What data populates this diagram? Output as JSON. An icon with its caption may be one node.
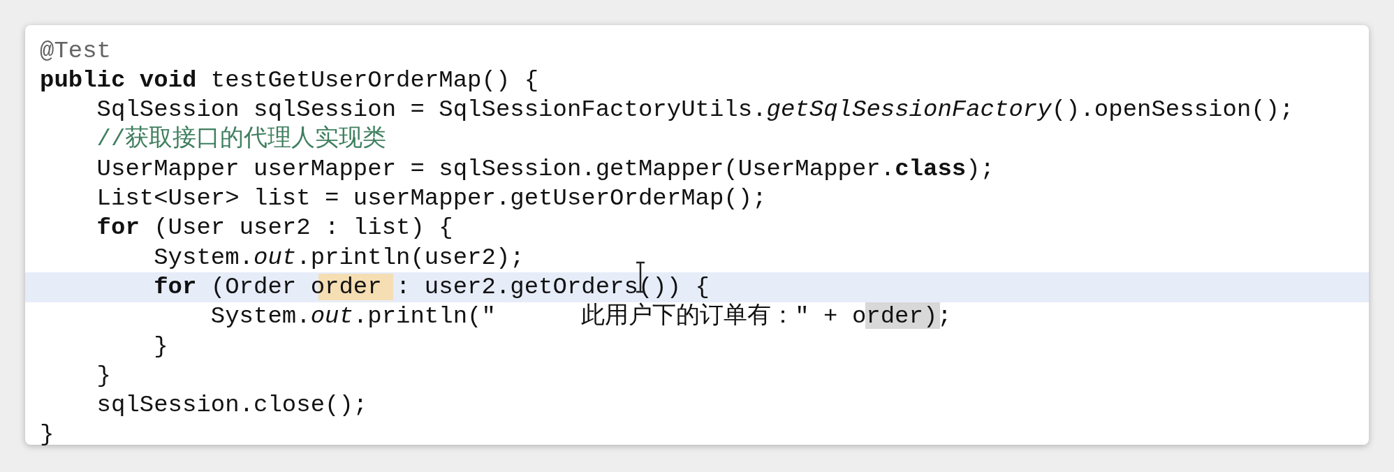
{
  "diagram": {
    "labels": [
      "@Test",
      "**public** **void** testGetUserOrderMap() {",
      "SqlSession sqlSession = SqlSessionFactoryUtils.*getSqlSessionFactory*().openSession();",
      "//获取接口的代理人实现类",
      "UserMapper userMapper = sqlSession.getMapper(UserMapper.**class**);",
      "List<User> list = userMapper.getUserOrderMap();",
      "**for** (User user2 : list) {",
      "System.*out*.println(user2);",
      "**for** (Order order : user2.getOrders()) {",
      "System.*out*.println(\"      此用户下的订单有：\" + order);",
      "}",
      "}",
      "sqlSession.close();",
      "}"
    ]
  }
}
